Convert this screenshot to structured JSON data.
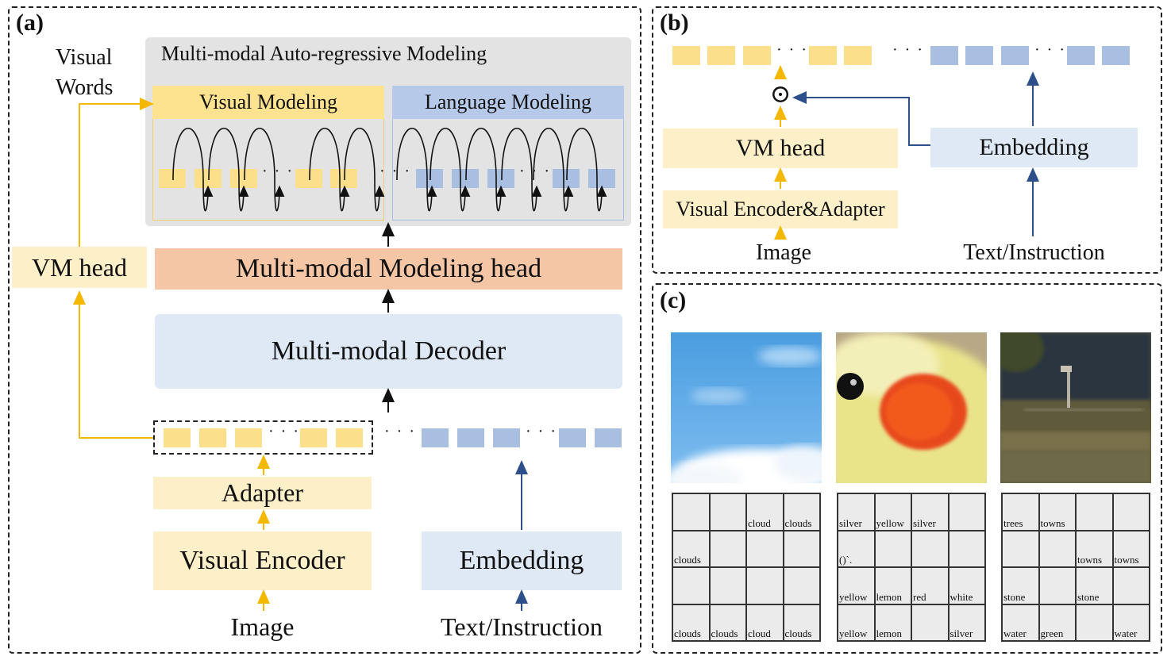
{
  "panel_a": {
    "tag": "(a)",
    "visual_words_label": [
      "Visual",
      "Words"
    ],
    "autoregressive_title": "Multi-modal Auto-regressive Modeling",
    "visual_modeling": "Visual Modeling",
    "language_modeling": "Language Modeling",
    "vm_head": "VM head",
    "modeling_head": "Multi-modal Modeling head",
    "decoder": "Multi-modal Decoder",
    "adapter": "Adapter",
    "visual_encoder": "Visual Encoder",
    "embedding": "Embedding",
    "image": "Image",
    "text_instruction": "Text/Instruction"
  },
  "panel_b": {
    "tag": "(b)",
    "vm_head": "VM head",
    "visual_encoder_adapter": "Visual Encoder&Adapter",
    "embedding": "Embedding",
    "image": "Image",
    "text_instruction": "Text/Instruction",
    "operator": "⊙"
  },
  "panel_c": {
    "tag": "(c)",
    "grids": [
      [
        [
          "",
          "",
          "cloud",
          "clouds"
        ],
        [
          "clouds",
          "",
          "",
          ""
        ],
        [
          "",
          "",
          "",
          ""
        ],
        [
          "clouds",
          "clouds",
          "cloud",
          "clouds"
        ]
      ],
      [
        [
          "silver",
          "yellow",
          "silver",
          ""
        ],
        [
          "()`.",
          "",
          "",
          ""
        ],
        [
          "yellow",
          "lemon",
          "red",
          "white"
        ],
        [
          "yellow",
          "lemon",
          "",
          "silver"
        ]
      ],
      [
        [
          "trees",
          "towns",
          "",
          ""
        ],
        [
          "",
          "",
          "towns",
          "towns"
        ],
        [
          "stone",
          "",
          "stone",
          ""
        ],
        [
          "water",
          "green",
          "",
          "water"
        ]
      ]
    ]
  },
  "colors": {
    "yellow_arrow": "#f5b800",
    "blue_arrow": "#2d4f8a",
    "yellow_token": "#fbdf8a",
    "blue_token": "#a9bfe2"
  },
  "dots": "· · ·"
}
